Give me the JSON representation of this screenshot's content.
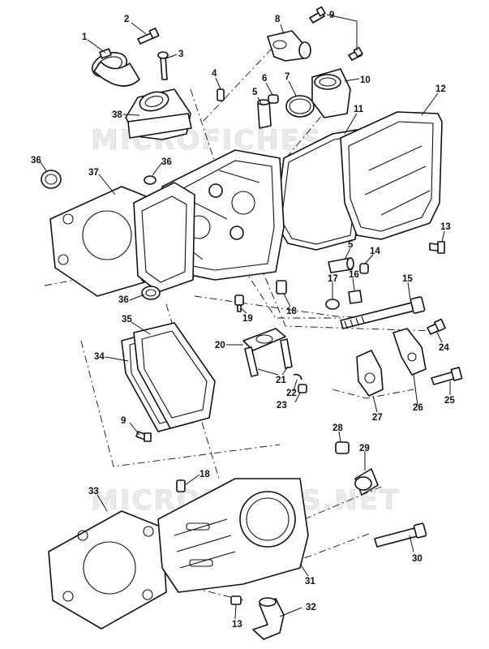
{
  "watermarks": [
    "MICROFICHES.NET",
    "MICROFICHES.NET"
  ],
  "callouts": [
    "1",
    "2",
    "3",
    "4",
    "5",
    "6",
    "7",
    "8",
    "9",
    "10",
    "11",
    "12",
    "13",
    "5",
    "14",
    "15",
    "16",
    "17",
    "18",
    "19",
    "20",
    "21",
    "22",
    "23",
    "24",
    "25",
    "26",
    "27",
    "9",
    "28",
    "29",
    "18",
    "33",
    "30",
    "31",
    "32",
    "13",
    "34",
    "35",
    "36",
    "36",
    "36",
    "37",
    "38"
  ]
}
